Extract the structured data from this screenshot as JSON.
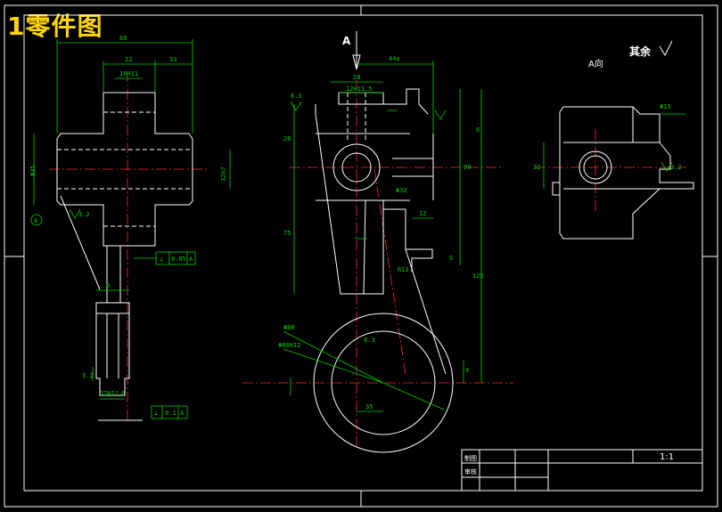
{
  "title": "1零件图",
  "labels": {
    "view_arrow": "A",
    "view_a": "A向",
    "remaining_finish": "其余",
    "scale": "1:1",
    "title_block_drawn": "制图",
    "title_block_checked": "审核"
  },
  "dimensions": {
    "left_overall_width": "60",
    "left_width_a": "22",
    "left_width_b": "33",
    "left_bore_fit": "16H11",
    "left_height": "Φ35",
    "left_right_fit": "32h7",
    "left_chamfer": "3.2",
    "left_web": "8",
    "left_bottom_fit": "12H11",
    "left_bottom_dim": "6",
    "left_side_small": "3.2",
    "top_offset": "44±",
    "top_width": "28",
    "top_fit": "12H11.5",
    "finish_a": "6.3",
    "dim_26": "26",
    "dim_75": "75",
    "dim_90": "90",
    "dim_125": "125",
    "dim_6": "6",
    "dim_12": "12",
    "dim_5": "5",
    "dim_r13": "R13",
    "dim_phi32": "Φ32",
    "bottom_phi": "Φ88",
    "bottom_fit": "Φ88H12",
    "bottom_rough": "6.3",
    "bottom_35": "35",
    "bottom_4": "4",
    "view_a_phi": "Φ13",
    "view_a_32": "32",
    "view_a_rough": "3.2"
  },
  "tolerance_frames": {
    "frame_1": [
      "⊥",
      "0.05",
      "A"
    ],
    "frame_2": [
      "⊥",
      "0.1",
      "A"
    ]
  },
  "datum": "A"
}
